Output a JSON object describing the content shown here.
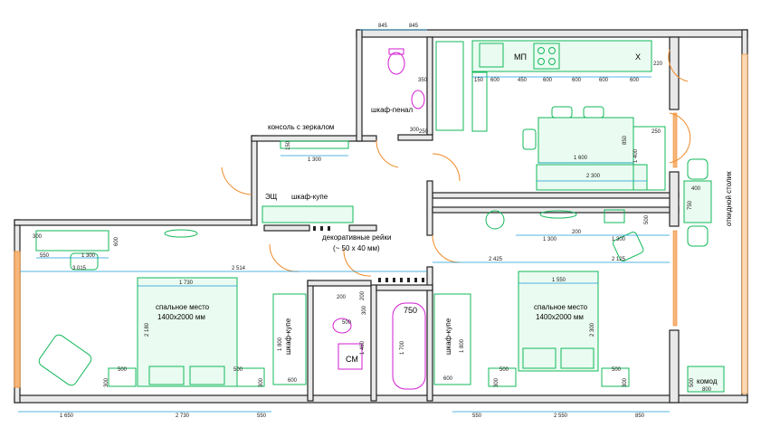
{
  "colors": {
    "walls": "#222222",
    "wall_fill": "#e9e9e9",
    "dimensions": "#1a9bd7",
    "furniture": "#11b85a",
    "doors": "#f08a2a",
    "plumbing": "#d21ed2"
  },
  "labels": {
    "console": "консоль с зеркалом",
    "wardrobe_pencil": "шкаф-пенал",
    "panel": "ЭЩ",
    "wardrobe_coupe_hall": "шкаф-купе",
    "slats": "декоративные рейки",
    "slats_size": "(~ 50 x 40 мм)",
    "bed_left_1": "спальное место",
    "bed_left_2": "1400x2000 мм",
    "bed_right_1": "спальное место",
    "bed_right_2": "1400x2000 мм",
    "wardrobe_coupe_left": "шкаф-купе",
    "wardrobe_coupe_right": "шкаф-купе",
    "mp": "МП",
    "x": "Х",
    "washer": "СМ",
    "folding_table": "откидной столик",
    "dresser": "комод"
  },
  "dims": {
    "d845a": "845",
    "d845b": "845",
    "d350": "350",
    "d300a": "300",
    "d250": "250",
    "d150": "150",
    "d600a": "600",
    "d450": "450",
    "d600b": "600",
    "d600c": "600",
    "d600d": "600",
    "d600e": "600",
    "d220": "220",
    "d850": "850",
    "d1600": "1 600",
    "d1400": "1 400",
    "d2300": "2 300",
    "d250b": "250",
    "d1300hall": "1 300",
    "d150b": "150",
    "d300b": "300",
    "d600f": "600",
    "d550a": "550",
    "d1300bed": "1 300",
    "d3015": "3 015",
    "d2514": "2 514",
    "d1730": "1 730",
    "d2180": "2 180",
    "d500a": "500",
    "d500b": "500",
    "d300c": "300",
    "d300d": "300",
    "d1800a": "1 800",
    "d600g": "600",
    "d500c": "500",
    "d200a": "200",
    "d200b": "200",
    "d300e": "300",
    "d1460": "1 460",
    "d750": "750",
    "d1700": "1 700",
    "d1800b": "1 800",
    "d600h": "600",
    "d2425": "2 425",
    "d2125": "2 125",
    "d1550": "1 550",
    "d2300b": "2 300",
    "d500d": "500",
    "d500e": "500",
    "d300f": "300",
    "d300g": "300",
    "d1300r": "1 300",
    "d1300r2": "1 300",
    "d500f": "500",
    "d200c": "200",
    "d400": "400",
    "d750b": "750",
    "d800": "800",
    "d500g": "500",
    "d1650": "1 650",
    "d2730": "2 730",
    "d550b": "550",
    "d550c": "550",
    "d2550": "2 550",
    "d850b": "850"
  }
}
